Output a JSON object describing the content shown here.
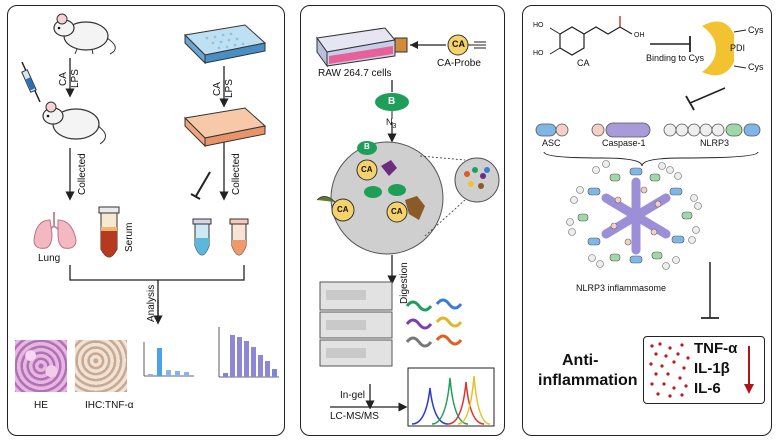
{
  "left": {
    "treatment_mouse": [
      "CA",
      "LPS"
    ],
    "treatment_plate": [
      "CA",
      "LPS"
    ],
    "collected_1": "Collected",
    "collected_2": "Collected",
    "lung": "Lung",
    "serum": "Serum",
    "analysis": "Analysis",
    "he": "HE",
    "ihc": "IHC:TNF-α"
  },
  "middle": {
    "cells": "RAW 264.7 cells",
    "probe": "CA-Probe",
    "probe_ca": "CA",
    "biotin": "B",
    "azide": "N",
    "azide_sub": "3",
    "digestion": "Digestion",
    "ingel_1": "In-gel",
    "ingel_2": "LC-MS/MS"
  },
  "right": {
    "ho1": "HO",
    "ho2": "HO",
    "oh": "OH",
    "ca": "CA",
    "binding": "Binding to Cys",
    "pdi": "PDI",
    "cys1": "Cys",
    "cys2": "Cys",
    "asc": "ASC",
    "caspase": "Caspase-1",
    "nlrp3": "NLRP3",
    "inflammasome": "NLRP3 inflammasome",
    "anti_1": "Anti-",
    "anti_2": "inflammation",
    "tnf": "TNF-α",
    "il1b": "IL-1β",
    "il6": "IL-6"
  },
  "colors": {
    "arrow": "#222222",
    "red": "#b0141a",
    "purple": "#8e86d6",
    "gold": "#f2c230",
    "green": "#1f9e5a",
    "asc_blue": "#7fb6e6",
    "nlrp3_green": "#9fd7a8"
  }
}
